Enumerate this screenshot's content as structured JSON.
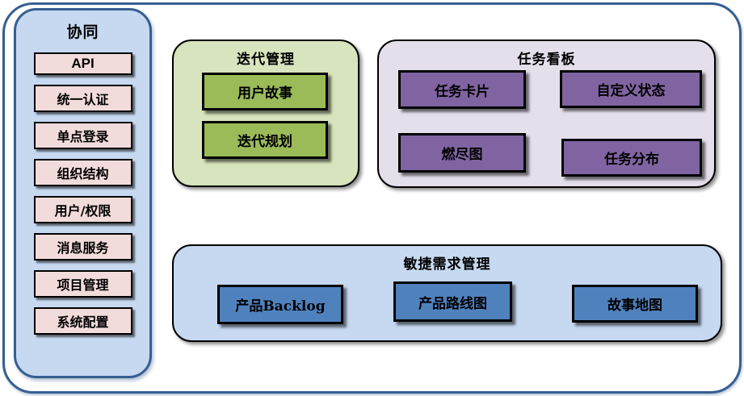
{
  "palette": {
    "frame_border": "#365F91",
    "sidebar_fill": "#C6D9F1",
    "sidebar_item_fill": "#F2DCDB",
    "iteration_fill": "#D7E4BD",
    "iteration_item_fill": "#9BBB59",
    "kanban_fill": "#E5DFEC",
    "kanban_item_fill": "#8064A2",
    "requirements_fill": "#C6D9F1",
    "requirements_item_fill": "#4F81BD",
    "box_border": "#000000",
    "text": "#000000"
  },
  "sidebar": {
    "title": "协同",
    "items": [
      "API",
      "统一认证",
      "单点登录",
      "组织结构",
      "用户/权限",
      "消息服务",
      "项目管理",
      "系统配置"
    ]
  },
  "groups": {
    "iteration": {
      "title": "迭代管理",
      "items": [
        "用户故事",
        "迭代规划"
      ]
    },
    "kanban": {
      "title": "任务看板",
      "items": [
        "任务卡片",
        "自定义状态",
        "燃尽图",
        "任务分布"
      ]
    },
    "requirements": {
      "title": "敏捷需求管理",
      "items": [
        "产品Backlog",
        "产品路线图",
        "故事地图"
      ]
    }
  }
}
